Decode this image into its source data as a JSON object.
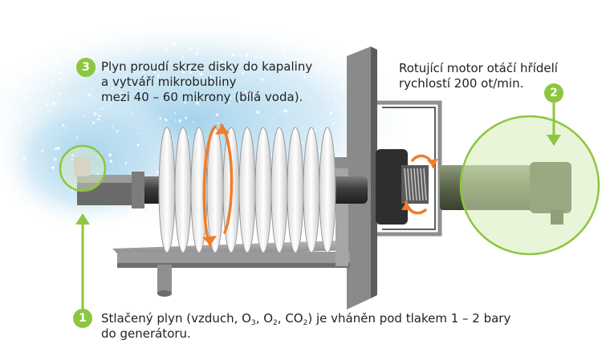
{
  "colors": {
    "accent_green": "#8dc63f",
    "rotation_arrow": "#f07d2a",
    "mist_blue": "#9fd0ea"
  },
  "callouts": [
    {
      "number": "3",
      "lines": [
        "Plyn proudí skrze disky do kapaliny",
        "a vytváří mikrobubliny",
        "mezi 40 – 60 mikrony (bílá voda)."
      ]
    },
    {
      "number": "2",
      "lines": [
        "Rotující motor otáčí hřídelí",
        "rychlostí 200 ot/min."
      ]
    },
    {
      "number": "1",
      "line1": {
        "t1": "Stlačený plyn (vzduch, O",
        "s1": "3",
        "t2": ", O",
        "s2": "2",
        "t3": ", CO",
        "s3": "2",
        "t4": ") je vháněn pod tlakem 1 – 2 bary"
      },
      "line2": "do generátoru."
    }
  ],
  "icons": [
    "rotation-arrow-icon",
    "down-arrow-icon",
    "up-arrow-icon"
  ]
}
